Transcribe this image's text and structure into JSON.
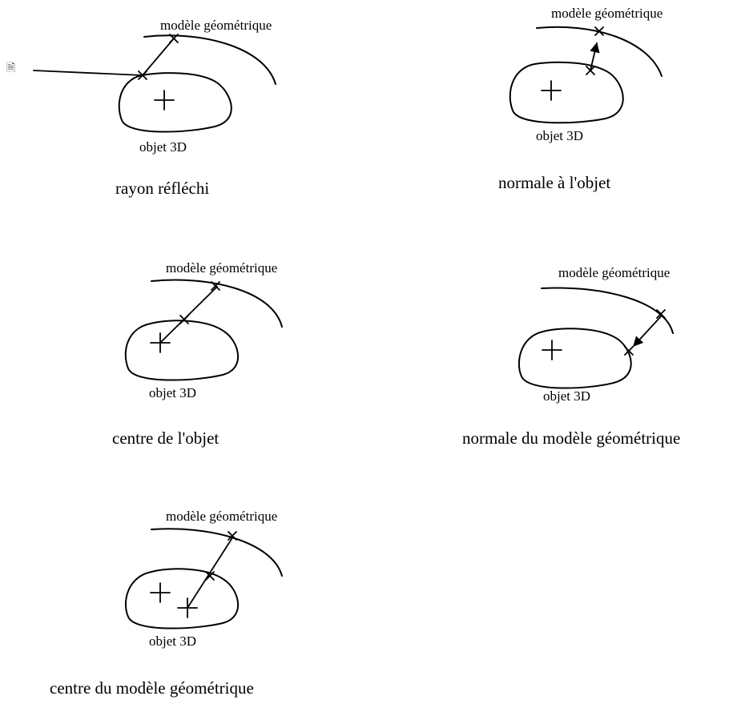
{
  "note_icon": "document-icon",
  "panels": [
    {
      "caption": "rayon réfléchi",
      "surface_label": "modèle géométrique",
      "object_label": "objet 3D"
    },
    {
      "caption": "normale à l'objet",
      "surface_label": "modèle géométrique",
      "object_label": "objet 3D"
    },
    {
      "caption": "centre de l'objet",
      "surface_label": "modèle géométrique",
      "object_label": "objet 3D"
    },
    {
      "caption": "normale du modèle géométrique",
      "surface_label": "modèle géométrique",
      "object_label": "objet 3D"
    },
    {
      "caption": "centre du modèle géométrique",
      "surface_label": "modèle géométrique",
      "object_label": "objet 3D"
    }
  ]
}
